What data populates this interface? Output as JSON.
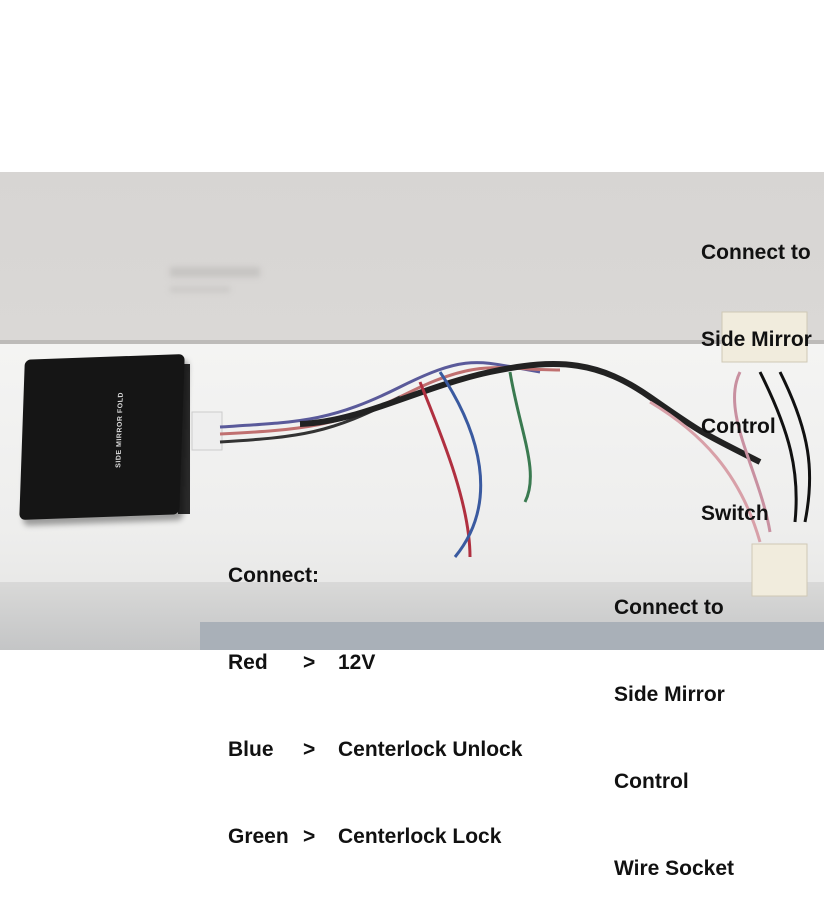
{
  "labels": {
    "switch_connection": [
      "Connect to",
      "Side Mirror",
      "Control",
      "Switch"
    ],
    "socket_connection": [
      "Connect to",
      "Side Mirror",
      "Control",
      "Wire Socket"
    ],
    "wiring": {
      "heading": "Connect:",
      "rows": [
        {
          "color": "Red",
          "arrow": ">",
          "target": "12V"
        },
        {
          "color": "Blue",
          "arrow": ">",
          "target": "Centerlock Unlock"
        },
        {
          "color": "Green",
          "arrow": ">",
          "target": "Centerlock Lock"
        }
      ]
    }
  },
  "module_text": "SIDE MIRROR FOLD"
}
